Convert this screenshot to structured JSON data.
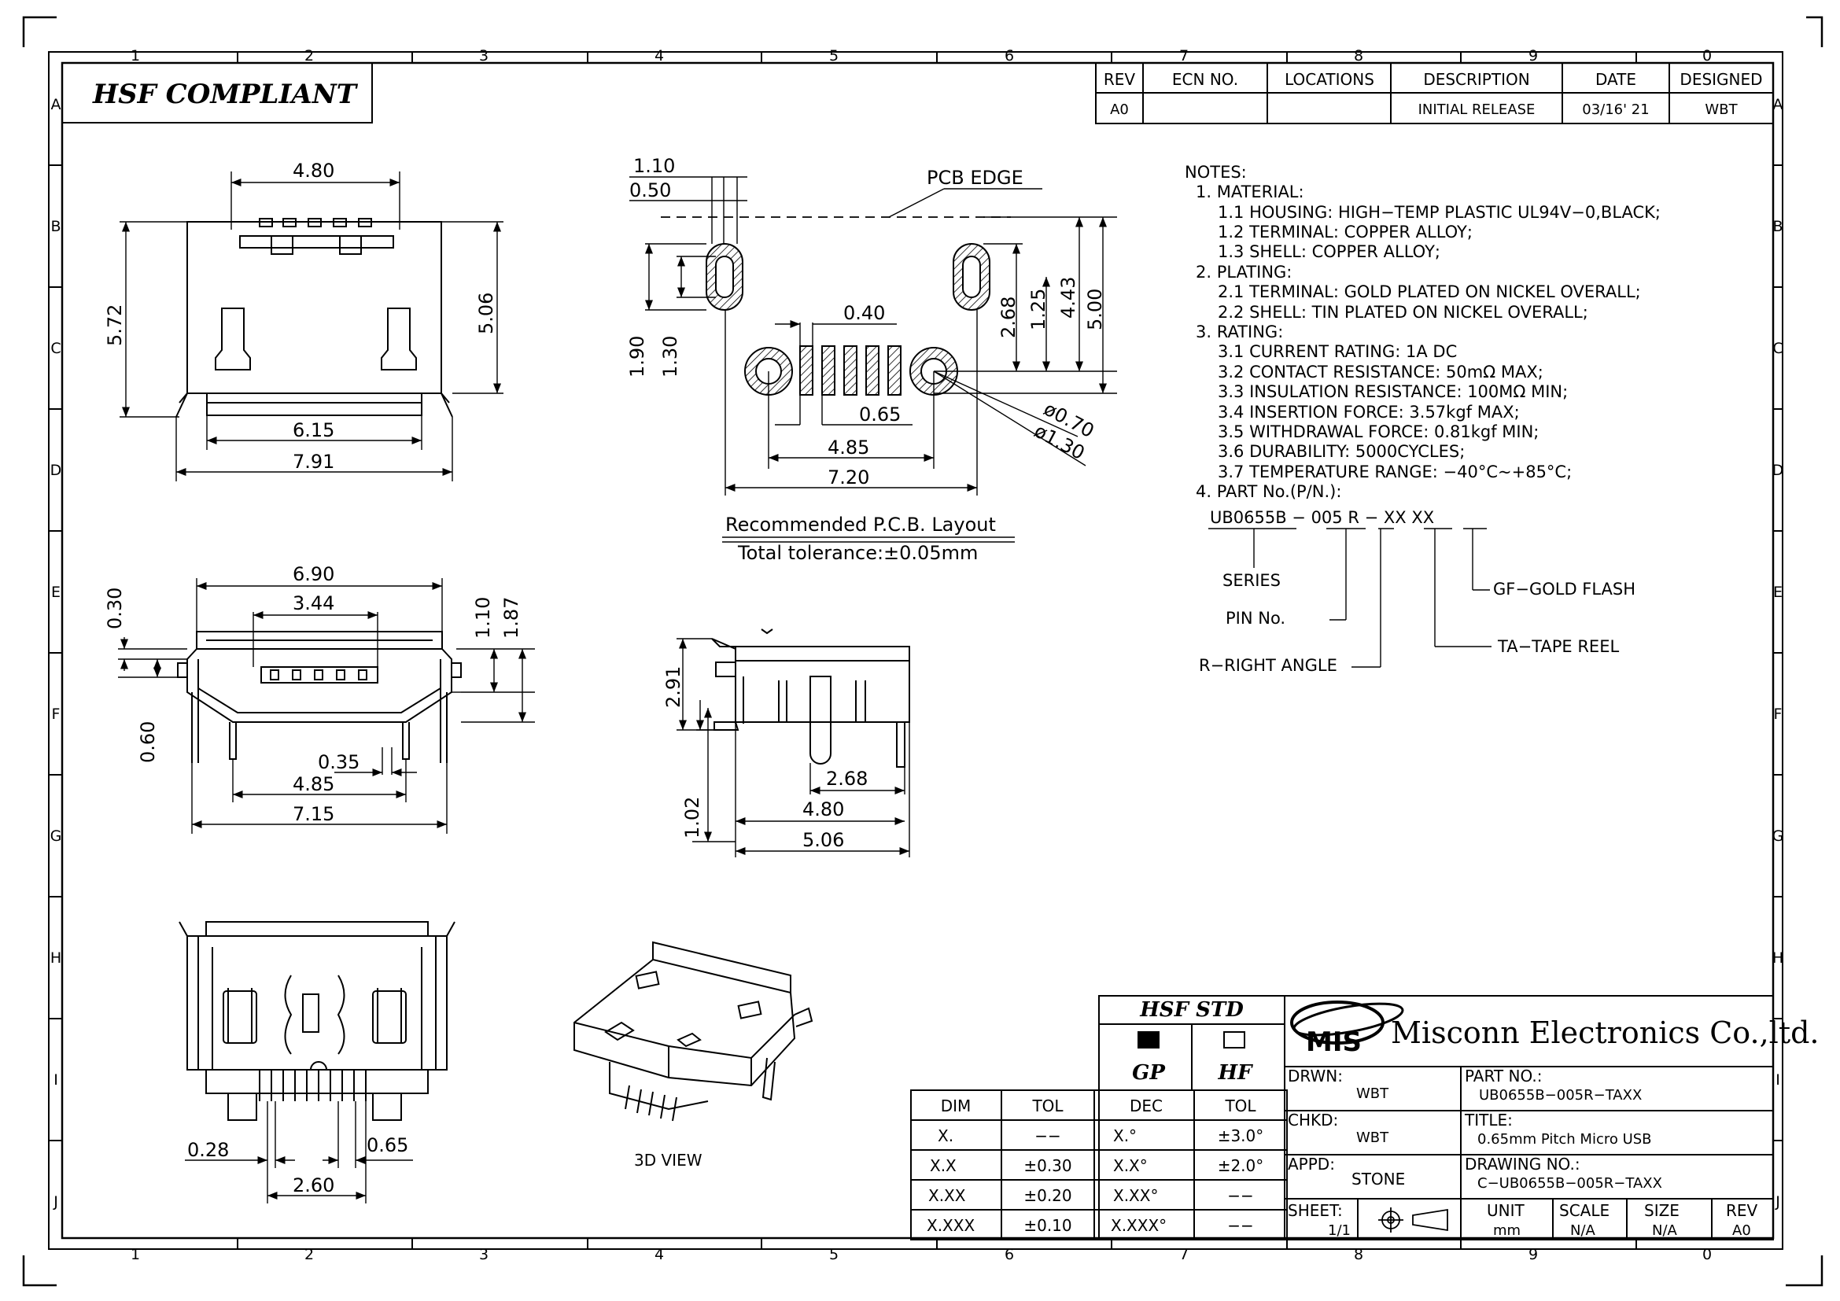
{
  "header": {
    "compliance_label": "HSF  COMPLIANT"
  },
  "grid": {
    "columns": [
      "1",
      "2",
      "3",
      "4",
      "5",
      "6",
      "7",
      "8",
      "9",
      "0"
    ],
    "rows": [
      "A",
      "B",
      "C",
      "D",
      "E",
      "F",
      "G",
      "H",
      "I",
      "J"
    ]
  },
  "revision_table": {
    "headers": [
      "REV",
      "ECN NO.",
      "LOCATIONS",
      "DESCRIPTION",
      "DATE",
      "DESIGNED"
    ],
    "row": [
      "A0",
      "",
      "",
      "INITIAL RELEASE",
      "03/16' 21",
      "WBT"
    ]
  },
  "top_view": {
    "dims": [
      "4.80",
      "5.72",
      "5.06",
      "6.15",
      "7.91"
    ]
  },
  "pcb_layout": {
    "pcb_edge_label": "PCB  EDGE",
    "dims": [
      "1.10",
      "0.50",
      "1.90",
      "1.30",
      "0.40",
      "2.68",
      "1.25",
      "4.43",
      "5.00",
      "0.65",
      "4.85",
      "7.20",
      "ø0.70",
      "ø1.30"
    ],
    "caption": "Recommended  P.C.B.  Layout",
    "tolerance": "Total  tolerance:±0.05mm"
  },
  "front_view": {
    "dims": [
      "6.90",
      "3.44",
      "0.30",
      "1.10",
      "1.87",
      "0.60",
      "0.35",
      "4.85",
      "7.15"
    ]
  },
  "side_view": {
    "dims": [
      "2.91",
      "2.68",
      "1.02",
      "4.80",
      "5.06"
    ]
  },
  "bottom_view": {
    "dims": [
      "0.28",
      "0.65",
      "2.60"
    ]
  },
  "view_3d_label": "3D  VIEW",
  "notes": {
    "lines": [
      "NOTES:",
      "1. MATERIAL:",
      "1.1 HOUSING:  HIGH−TEMP PLASTIC  UL94V−0,BLACK;",
      "1.2 TERMINAL:  COPPER ALLOY;",
      "1.3 SHELL:  COPPER ALLOY;",
      "2. PLATING:",
      "2.1 TERMINAL:  GOLD PLATED ON NICKEL OVERALL;",
      "2.2 SHELL:  TIN PLATED ON NICKEL OVERALL;",
      "3. RATING:",
      "3.1 CURRENT RATING:  1A  DC",
      "3.2 CONTACT RESISTANCE:  50mΩ MAX;",
      "3.3 INSULATION RESISTANCE:  100MΩ MIN;",
      "3.4 INSERTION FORCE:  3.57kgf MAX;",
      "3.5 WITHDRAWAL FORCE:  0.81kgf MIN;",
      "3.6 DURABILITY:  5000CYCLES;",
      "3.7 TEMPERATURE RANGE:  −40°C~+85°C;",
      "4. PART No.(P/N.):"
    ],
    "part_code": "UB0655B − 005  R − XX  XX",
    "legend": {
      "series": "SERIES",
      "pin": "PIN  No.",
      "angle": "R−RIGHT  ANGLE",
      "finish": "GF−GOLD  FLASH",
      "packing": "TA−TAPE  REEL"
    }
  },
  "tolerance_table": {
    "headers": [
      "DIM",
      "TOL",
      "DEC",
      "TOL"
    ],
    "rows": [
      [
        "X.",
        "−−",
        "X.°",
        "±3.0°"
      ],
      [
        "X.X",
        "±0.30",
        "X.X°",
        "±2.0°"
      ],
      [
        "X.XX",
        "±0.20",
        "X.XX°",
        "−−"
      ],
      [
        "X.XXX",
        "±0.10",
        "X.XXX°",
        "−−"
      ]
    ]
  },
  "hsf_std": {
    "title": "HSF  STD",
    "gp": "GP",
    "hf": "HF"
  },
  "title_block": {
    "logo": "MIS",
    "company": "Misconn Electronics Co.,ltd.",
    "drwn_label": "DRWN:",
    "drwn": "WBT",
    "chkd_label": "CHKD:",
    "chkd": "WBT",
    "appd_label": "APPD:",
    "appd": "STONE",
    "part_no_label": "PART  NO.:",
    "part_no": "UB0655B−005R−TAXX",
    "title_label": "TITLE:",
    "title": "0.65mm  Pitch  Micro  USB",
    "drawing_no_label": "DRAWING  NO.:",
    "drawing_no": "C−UB0655B−005R−TAXX",
    "sheet_label": "SHEET:",
    "sheet": "1/1",
    "unit_label": "UNIT",
    "unit": "mm",
    "scale_label": "SCALE",
    "scale": "N/A",
    "size_label": "SIZE",
    "size": "N/A",
    "rev_label": "REV",
    "rev": "A0"
  }
}
